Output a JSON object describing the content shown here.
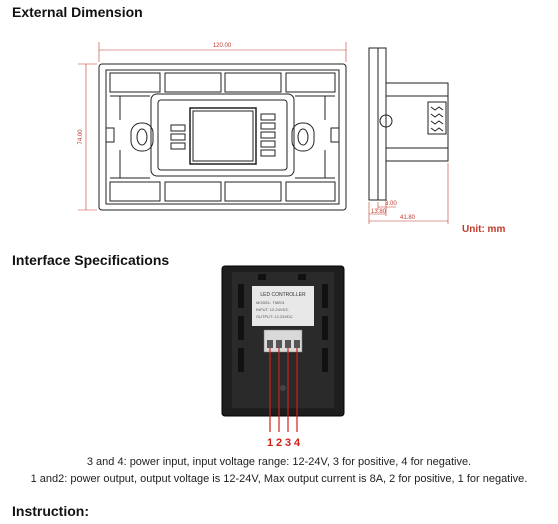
{
  "sections": {
    "external_dimension": "External Dimension",
    "interface_specifications": "Interface Specifications",
    "instruction": "Instruction:"
  },
  "unit_label": "Unit: mm",
  "dimensions": {
    "width": "120.00",
    "height": "74.00",
    "depth_small": "3.00",
    "depth_mid": "13.80",
    "depth_total": "41.80"
  },
  "controller_label": {
    "title": "LED CONTROLLER",
    "model": "MODEL: TM001",
    "input": "INPUT: 12-24VDC",
    "output": "OUTPUT: 12-24VDC"
  },
  "terminal_numbers": [
    "1",
    "2",
    "3",
    "4"
  ],
  "captions": {
    "line1": "3 and 4: power input, input voltage range: 12-24V, 3 for positive, 4 for negative.",
    "line2": "1 and2: power output, output voltage is 12-24V, Max output current is 8A, 2 for positive, 1 for negative."
  },
  "colors": {
    "dimension_red": "#c0392b",
    "terminal_red": "#d0201a"
  }
}
